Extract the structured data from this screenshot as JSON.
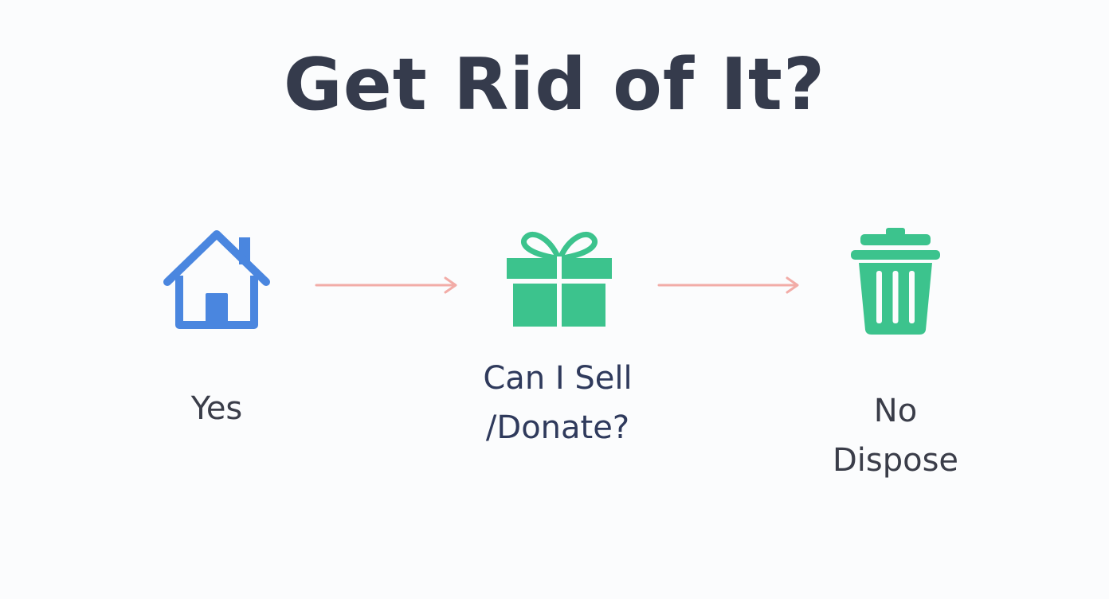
{
  "title": "Get Rid of It?",
  "colors": {
    "title": "#353b4c",
    "house": "#4a86df",
    "gift": "#3cc38d",
    "trash": "#3cc38d",
    "arrow": "#f2aca7"
  },
  "nodes": [
    {
      "icon": "house-icon",
      "lines": [
        "Yes"
      ]
    },
    {
      "icon": "gift-icon",
      "lines": [
        "Can I Sell",
        "/Donate?"
      ]
    },
    {
      "icon": "trash-icon",
      "lines": [
        "No",
        "Dispose"
      ]
    }
  ]
}
